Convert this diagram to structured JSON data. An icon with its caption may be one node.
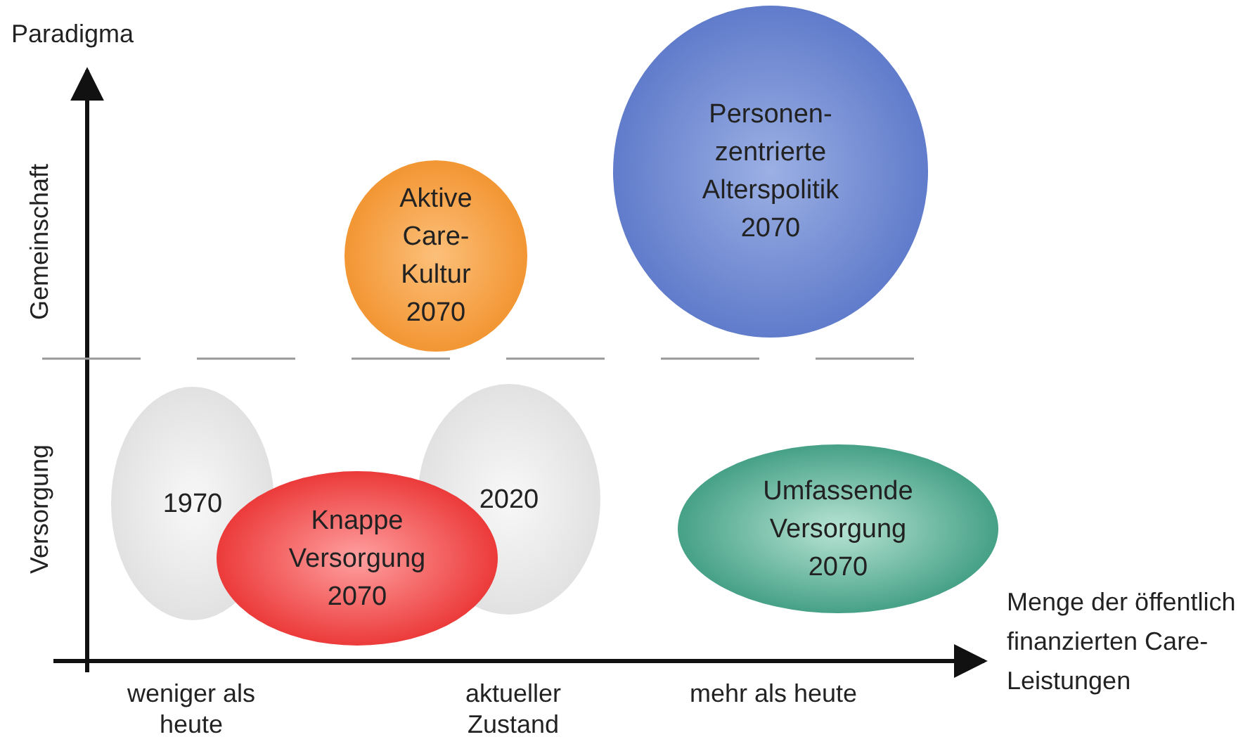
{
  "diagram": {
    "nodes": [
      {
        "text": [
          "Aktive Care-Kultur 2070"
        ]
      },
      {
        "text": [
          "Personen-zentrierte Alterspolitik 2070"
        ]
      },
      {
        "text": [
          "1970"
        ]
      },
      {
        "text": [
          "2020"
        ]
      },
      {
        "text": [
          "Knappe Versorgung 2070"
        ]
      },
      {
        "text": [
          "Umfassende Versorgung 2070"
        ]
      }
    ],
    "edges": [],
    "labels": [
      "Paradigma",
      "Gemeinschaft",
      "Versorgung",
      "Menge der öffentlich finanzierten Care-Leistungen",
      "weniger als heute",
      "aktueller Zustand",
      "mehr als heute"
    ]
  }
}
